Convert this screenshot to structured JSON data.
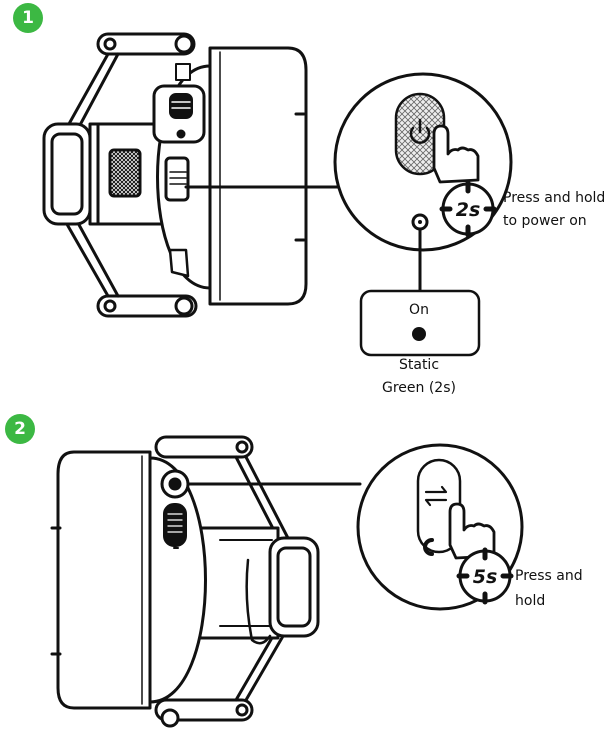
{
  "colors": {
    "badge": "#3cb843",
    "line": "#111111",
    "led_on": "#111111"
  },
  "steps": [
    {
      "number": "1",
      "timer": "2s",
      "instruction_line1": "Press and hold",
      "instruction_line2": "to power on",
      "indicator_label": "On",
      "status_line1": "Static",
      "status_line2": "Green (2s)"
    },
    {
      "number": "2",
      "timer": "5s",
      "instruction_line1": "Press and",
      "instruction_line2": "hold"
    }
  ],
  "icons": {
    "step1_button": "power-icon",
    "step2_button": "pairing-arrows-icon",
    "hand": "pointing-hand-icon"
  }
}
